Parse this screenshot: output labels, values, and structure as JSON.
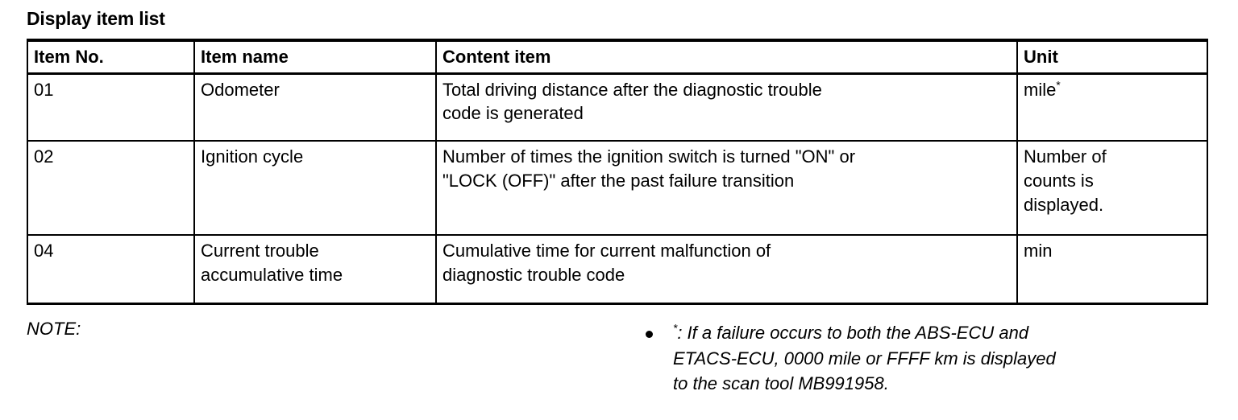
{
  "page": {
    "title": "Display item list"
  },
  "table": {
    "headers": {
      "item_no": "Item No.",
      "item_name": "Item name",
      "content_item": "Content item",
      "unit": "Unit"
    },
    "rows": [
      {
        "item_no": "01",
        "item_name": [
          "Odometer"
        ],
        "content_item": [
          "Total driving distance after the diagnostic trouble",
          "code is generated"
        ],
        "unit": [
          "mile"
        ],
        "unit_has_asterisk": true
      },
      {
        "item_no": "02",
        "item_name": [
          "Ignition cycle"
        ],
        "content_item": [
          "Number of times the ignition switch is turned \"ON\" or",
          "\"LOCK (OFF)\" after the past failure transition"
        ],
        "unit": [
          "Number of",
          "counts is",
          "displayed."
        ],
        "unit_has_asterisk": false
      },
      {
        "item_no": "04",
        "item_name": [
          "Current trouble",
          "accumulative time"
        ],
        "content_item": [
          "Cumulative time for current malfunction of",
          "diagnostic trouble code"
        ],
        "unit": [
          "min"
        ],
        "unit_has_asterisk": false
      }
    ]
  },
  "note": {
    "label": "NOTE:",
    "bullet_marker": "bullet-dot",
    "asterisk": "*",
    "lines": [
      ": If a failure occurs to both the ABS-ECU and",
      "ETACS-ECU, 0000 mile or FFFF km is displayed",
      "to the scan tool MB991958."
    ]
  }
}
